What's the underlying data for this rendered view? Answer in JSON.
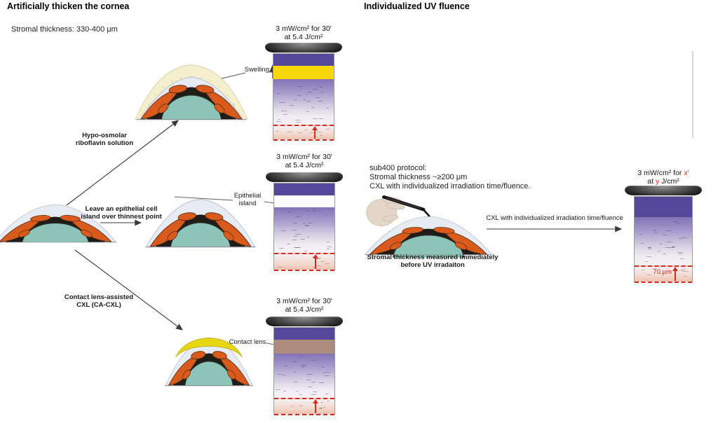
{
  "left": {
    "title": "Artificially thicken the cornea",
    "subtitle": "Stromal thickness: 330-400 μm"
  },
  "pathways": {
    "hypo1": "Hypo-osmolar",
    "hypo2": "riboflavin solution",
    "epi1": "Leave an epithelial cell",
    "epi2": "island over thinnest point",
    "cl1": "Contact lens-assisted",
    "cl2": "CXL (CA-CXL)"
  },
  "ann": {
    "swelling": "Swelling",
    "epi1": "Epithelial",
    "epi2": "island",
    "contact": "Contact lens"
  },
  "right": {
    "title": "Individualized UV fluence",
    "p1": "sub400 protocol:",
    "p2": "Stromal thickness ~≥200 μm",
    "p3": "CXL with individualized irradiation time/fluence.",
    "cap1": "Stromal thickness measured immediately",
    "cap2": "before UV irradaiton",
    "arrow_label": "CXL with individualized irradiation time/fluence",
    "depth": "70 μm"
  },
  "devices": [
    {
      "name": "uv-device-swelling",
      "line1": [
        {
          "t": "3 mW/cm² for 30'"
        }
      ],
      "line2": [
        {
          "t": "at 5.4 J/cm²"
        }
      ],
      "special_band": "swelling-band",
      "special_band_color": "#f6d707"
    },
    {
      "name": "uv-device-epithelial-island",
      "line1": [
        {
          "t": "3 mW/cm² for 30'"
        }
      ],
      "line2": [
        {
          "t": "at 5.4 J/cm²"
        }
      ],
      "special_band": "epithelial-island-band",
      "special_band_color": "#fbfbfb"
    },
    {
      "name": "uv-device-contact-lens",
      "line1": [
        {
          "t": "3 mW/cm² for 30'"
        }
      ],
      "line2": [
        {
          "t": "at 5.4 J/cm²"
        }
      ],
      "special_band": "contact-lens-band",
      "special_band_color": "#ab8b7b"
    },
    {
      "name": "uv-device-individualized",
      "line1": [
        {
          "t": "3 mW/cm² for "
        },
        {
          "t": "x'",
          "red": true
        }
      ],
      "line2": [
        {
          "t": "at "
        },
        {
          "t": "y",
          "red": true
        },
        {
          "t": " J/cm²"
        }
      ],
      "special_band": null,
      "special_band_color": null
    }
  ],
  "colors": {
    "uv_purple": "#55489a",
    "swelling_yellow": "#f6d707",
    "contact_lens_tan": "#ab8b7b",
    "demarcation_red": "#d42b20",
    "red_text": "#e0251b"
  }
}
